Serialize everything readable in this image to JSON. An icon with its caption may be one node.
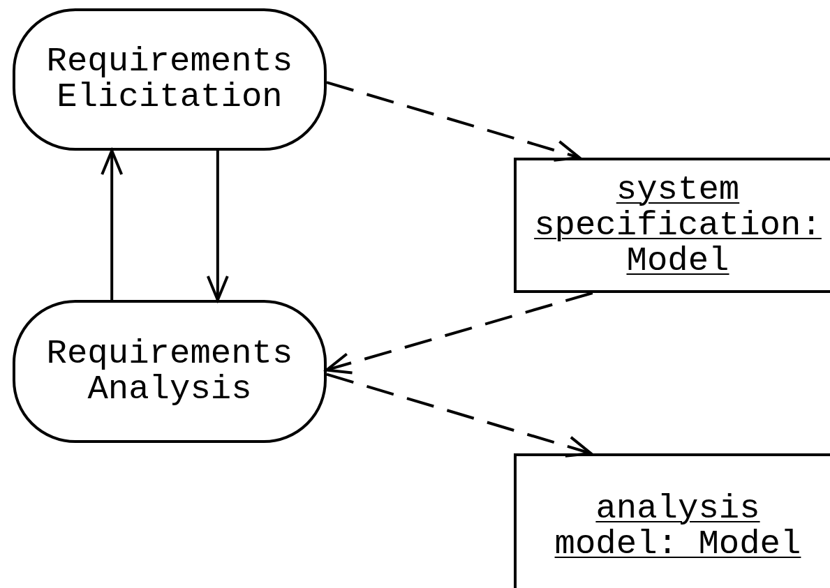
{
  "diagram": {
    "nodes": [
      {
        "text": [
          "Requirements Elicitation"
        ]
      },
      {
        "text": [
          "system specification: Model"
        ]
      },
      {
        "text": [
          "Requirements Analysis"
        ]
      },
      {
        "text": [
          "analysis model: Model"
        ]
      }
    ],
    "edges": [
      {
        "from": 0,
        "to": 1,
        "arrow": "to",
        "style": "dashed"
      },
      {
        "from": 0,
        "to": 2,
        "arrow": "to"
      },
      {
        "from": 2,
        "to": 0,
        "arrow": "to"
      },
      {
        "from": 1,
        "to": 2,
        "arrow": "to",
        "style": "dashed"
      },
      {
        "from": 2,
        "to": 3,
        "arrow": "to",
        "style": "dashed"
      }
    ]
  }
}
